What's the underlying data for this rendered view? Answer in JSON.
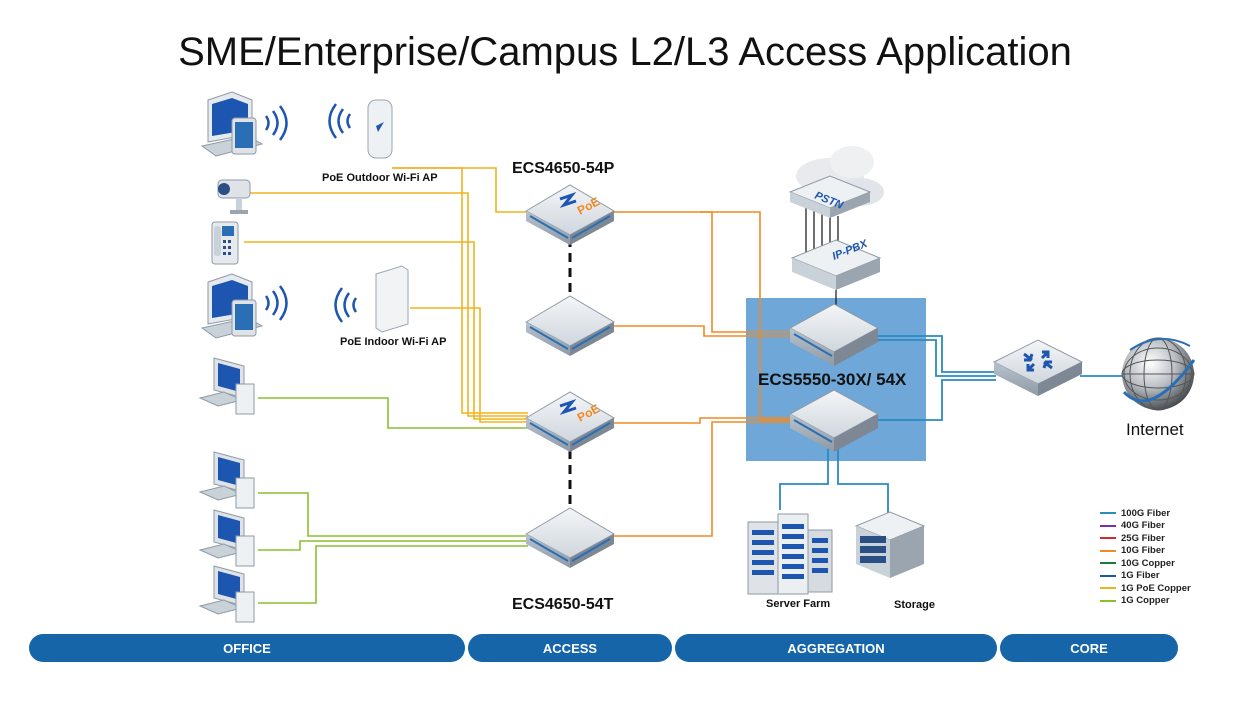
{
  "title": "SME/Enterprise/Campus L2/L3 Access Application",
  "labels": {
    "outdoor_ap": "PoE Outdoor Wi-Fi AP",
    "indoor_ap": "PoE  Indoor  Wi-Fi AP",
    "switch_top": "ECS4650-54P",
    "switch_bottom": "ECS4650-54T",
    "aggregation": "ECS5550-30X/ 54X",
    "internet": "Internet",
    "server_farm": "Server Farm",
    "storage": "Storage",
    "pstn": "PSTN",
    "ippbx": "IP-PBX",
    "poe_badge": "PoE"
  },
  "legend": [
    {
      "label": "100G Fiber",
      "color": "#2a8bbf"
    },
    {
      "label": "40G Fiber",
      "color": "#7b2fa0"
    },
    {
      "label": "25G Fiber",
      "color": "#d42a2a"
    },
    {
      "label": "10G Fiber",
      "color": "#f08a24"
    },
    {
      "label": "10G Copper",
      "color": "#1e7a3a"
    },
    {
      "label": "1G Fiber",
      "color": "#1c56b0"
    },
    {
      "label": "1G PoE Copper",
      "color": "#f0b31e"
    },
    {
      "label": "1G Copper",
      "color": "#8cbf2f"
    }
  ],
  "bands": [
    "OFFICE",
    "ACCESS",
    "AGGREGATION",
    "CORE"
  ],
  "colors": {
    "band": "#1565a8",
    "aggregation_box": "#6fa8d8",
    "orange": "#f08a24",
    "yellow": "#f0b31e",
    "green": "#8cbf2f",
    "blue": "#2a8bbf"
  }
}
